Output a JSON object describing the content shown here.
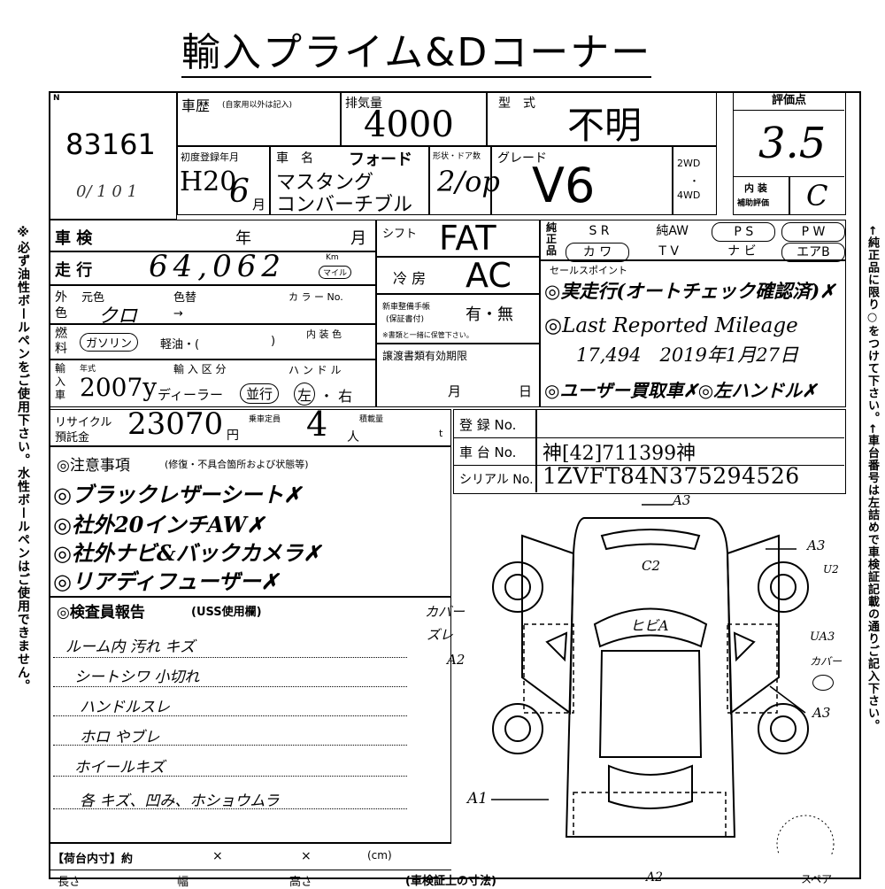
{
  "title": "輸入プライム&Dコーナー",
  "lot": {
    "label": "N",
    "number": "83161",
    "scribble": "0/ 1 0 1"
  },
  "history": {
    "label": "車歴",
    "note": "(自家用以外は記入)"
  },
  "displacement": {
    "label": "排気量",
    "value": "4000"
  },
  "model_type": {
    "label": "型　式",
    "value": "不明"
  },
  "score": {
    "label": "評価点",
    "value": "3.5",
    "interior_label": "内 装",
    "interior_sub": "補助評価",
    "interior_value": "C"
  },
  "first_reg": {
    "label": "初度登録年月",
    "era": "H20",
    "month": "6",
    "month_unit": "月"
  },
  "car_name": {
    "label": "車　名",
    "maker": "フォード",
    "line1": "マスタング",
    "line2": "コンバーチブル"
  },
  "doors": {
    "label": "形状・ドア数",
    "value": "2/op"
  },
  "grade": {
    "label": "グレード",
    "value": "V6"
  },
  "drive": {
    "opt1": "2WD",
    "dot": "・",
    "opt2": "4WD"
  },
  "inspection": {
    "label": "車 検",
    "year": "年",
    "month": "月"
  },
  "mileage": {
    "label": "走 行",
    "value": "64,062",
    "unit_km": "Km",
    "unit_mile": "マイル"
  },
  "color": {
    "label_side": "外色",
    "orig_label": "元色",
    "orig_value": "クロ",
    "repaint_label": "色替",
    "arrow": "→",
    "color_no_label": "カ ラ ー No."
  },
  "fuel": {
    "label": "燃料",
    "gas": "ガソリン",
    "diesel": "軽油・(",
    "close": ")",
    "interior_color_label": "内 装 色"
  },
  "shift": {
    "label": "シフト",
    "value": "FAT"
  },
  "ac": {
    "label": "冷 房",
    "value": "AC"
  },
  "record_book": {
    "label1": "新車整備手帳",
    "label2": "(保証書付)",
    "value": "有・無",
    "note": "※書類と一緒に保管下さい。"
  },
  "equipment": {
    "label": "純正品",
    "items": [
      {
        "label": "S R",
        "circled": false
      },
      {
        "label": "純AW",
        "circled": false
      },
      {
        "label": "P S",
        "circled": true
      },
      {
        "label": "P W",
        "circled": true
      },
      {
        "label": "カ ワ",
        "circled": true
      },
      {
        "label": "T V",
        "circled": false
      },
      {
        "label": "ナ ビ",
        "circled": false
      },
      {
        "label": "エアB",
        "circled": true
      }
    ]
  },
  "sales_points": {
    "label": "セールスポイント",
    "lines": [
      "◎実走行(オートチェック確認済)✗",
      "◎Last Reported Mileage",
      "17,494　2019年1月27日",
      "◎ユーザー買取車✗◎左ハンドル✗"
    ]
  },
  "transfer_docs": {
    "label": "譲渡書類有効期限",
    "month": "月",
    "day": "日"
  },
  "import": {
    "label": "輸入車",
    "year_label": "年式",
    "year_value": "2007y",
    "class_label": "輸 入 区 分",
    "dealer": "ディーラー",
    "parallel": "並行",
    "handle_label": "ハ ン ド ル",
    "left": "左",
    "right": "・ 右"
  },
  "recycle": {
    "label1": "リサイクル",
    "label2": "預託金",
    "value": "23070",
    "unit": "円",
    "capacity_label": "乗車定員",
    "capacity_value": "4",
    "capacity_unit": "人",
    "load_label": "積載量",
    "load_unit": "t"
  },
  "registration": {
    "reg_label": "登 録 No.",
    "chassis_label": "車 台 No.",
    "chassis_value": "神[42]711399神",
    "serial_label": "シリアル No.",
    "serial_value": "1ZVFT84N375294526"
  },
  "notes": {
    "label": "◎注意事項",
    "sub": "(修復・不具合箇所および状態等)",
    "lines": [
      "◎ブラックレザーシート✗",
      "◎社外20インチAW✗",
      "◎社外ナビ&バックカメラ✗",
      "◎リアディフューザー✗"
    ]
  },
  "inspector": {
    "label": "◎検査員報告",
    "sub": "(USS使用欄)",
    "lines": [
      "ルーム内 汚れ キズ",
      "シートシワ 小切れ",
      "ハンドルスレ",
      "ホロ やブレ",
      "ホイールキズ",
      "各 キズ、凹み、ホショウムラ"
    ]
  },
  "diagram_labels": {
    "a3_top": "A3",
    "c2": "C2",
    "hood": "ヒビA",
    "a3_right1": "A3",
    "u2": "U2",
    "cover1": "カバー",
    "cover2": "ズレ",
    "a2_left": "A2",
    "ua3": "UA3",
    "cover_right": "カバー",
    "a3_right2": "A3",
    "a1": "A1",
    "a2_bottom": "A2",
    "spare": "スペア"
  },
  "cargo": {
    "label": "【荷台内寸】約",
    "x1": "×",
    "x2": "×",
    "unit": "(cm)",
    "length": "長さ",
    "width": "幅",
    "height": "高さ",
    "cert_note": "(車検証上の寸法)"
  },
  "side_left": "※必ず油性ボールペンをご使用下さい。水性ボールペンはご使用できません。",
  "side_right": "←純正品に限り○をつけて下さい。←車台番号は左詰めで車検証記載の通りご記入下さい。"
}
